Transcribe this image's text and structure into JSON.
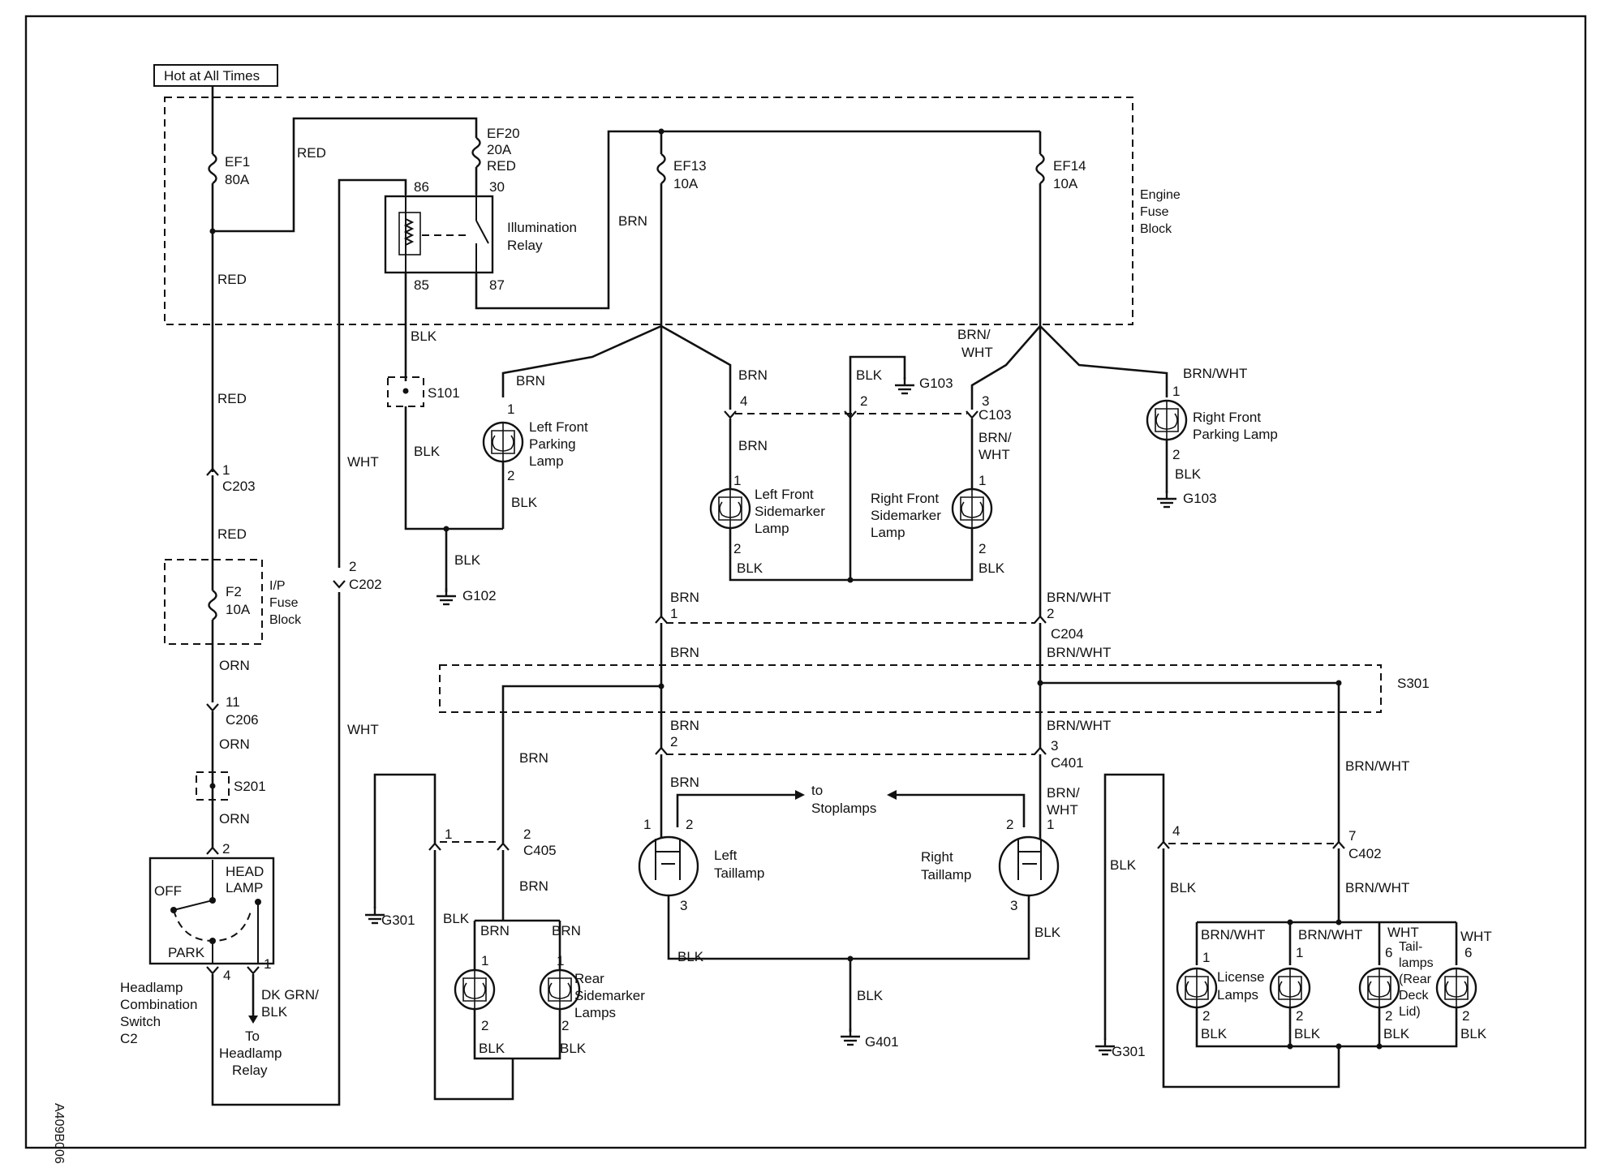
{
  "diagram_id": "A409B006",
  "hot_label": "Hot at All Times",
  "engine_fuse_block": [
    "Engine",
    "Fuse",
    "Block"
  ],
  "ip_fuse_block": [
    "I/P",
    "Fuse",
    "Block"
  ],
  "fuses": {
    "ef1": [
      "EF1",
      "80A"
    ],
    "ef20": [
      "EF20",
      "20A"
    ],
    "ef13": [
      "EF13",
      "10A"
    ],
    "ef14": [
      "EF14",
      "10A"
    ],
    "f2": [
      "F2",
      "10A"
    ]
  },
  "relay": {
    "name": [
      "Illumination",
      "Relay"
    ],
    "pins": [
      "86",
      "30",
      "85",
      "87"
    ]
  },
  "wires": {
    "red": "RED",
    "brn": "BRN",
    "blk": "BLK",
    "wht": "WHT",
    "orn": "ORN",
    "brn_wht": "BRN/WHT",
    "brn_wht_split": [
      "BRN/",
      "WHT"
    ],
    "dk_grn_blk": [
      "DK GRN/",
      "BLK"
    ]
  },
  "connectors": {
    "c203": "C203",
    "c202": "C202",
    "c206": "C206",
    "c103": "C103",
    "c204": "C204",
    "c401": "C401",
    "c405": "C405",
    "c402": "C402"
  },
  "splices": {
    "s101": "S101",
    "s201": "S201",
    "s301": "S301"
  },
  "grounds": {
    "g102": "G102",
    "g103": "G103",
    "g301": "G301",
    "g401": "G401"
  },
  "pin_numbers": {
    "one": "1",
    "two": "2",
    "three": "3",
    "four": "4",
    "six": "6",
    "seven": "7",
    "eleven": "11"
  },
  "components": {
    "lf_parking": [
      "Left Front",
      "Parking",
      "Lamp"
    ],
    "rf_parking": [
      "Right Front",
      "Parking Lamp"
    ],
    "lf_sidemarker": [
      "Left Front",
      "Sidemarker",
      "Lamp"
    ],
    "rf_sidemarker": [
      "Right Front",
      "Sidemarker",
      "Lamp"
    ],
    "left_taillamp": [
      "Left",
      "Taillamp"
    ],
    "right_taillamp": [
      "Right",
      "Taillamp"
    ],
    "rear_sidemarker": [
      "Rear",
      "Sidemarker",
      "Lamps"
    ],
    "license_lamps": [
      "License",
      "Lamps"
    ],
    "tail_lamps_deck": [
      "Tail-",
      "lamps",
      "(Rear",
      "Deck",
      "Lid)"
    ],
    "to_stoplamps": [
      "to",
      "Stoplamps"
    ]
  },
  "switch": {
    "head_lamp": [
      "HEAD",
      "LAMP"
    ],
    "off": "OFF",
    "park": "PARK",
    "name": [
      "Headlamp",
      "Combination",
      "Switch",
      "C2"
    ],
    "to_relay": [
      "To",
      "Headlamp",
      "Relay"
    ]
  }
}
